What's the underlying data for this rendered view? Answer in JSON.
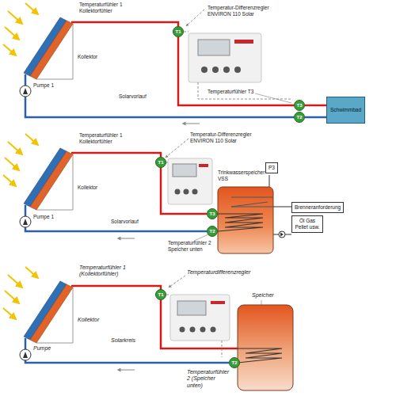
{
  "diagram": {
    "nodes": [
      {
        "text": [
          "T1"
        ]
      },
      {
        "text": [
          "T3"
        ]
      },
      {
        "text": [
          "Schwimmbad"
        ]
      },
      {
        "text": [
          "T2"
        ]
      },
      {
        "text": [
          "T1"
        ]
      },
      {
        "text": [
          "P3"
        ]
      },
      {
        "text": [
          "Brenneranforderung"
        ]
      },
      {
        "text": [
          "Öl Gas Pellet usw."
        ]
      },
      {
        "text": [
          "T3"
        ]
      },
      {
        "text": [
          "T2"
        ]
      },
      {
        "text": [
          "T1"
        ]
      },
      {
        "text": [
          "T2"
        ]
      }
    ],
    "edges": [
      {
        "from": 1,
        "to": 2,
        "arrow": "none"
      },
      {
        "from": 2,
        "to": 3,
        "arrow": "none"
      }
    ],
    "labels": [
      "Temperaturfühler 1 Kollektorfühler",
      "Temperatur-Differenzregler ENVIRON 110 Solar",
      "Kollektor",
      "Solarvorlauf",
      "Pumpe 1",
      "Temperaturfühler T3",
      "Temperaturfühler 1 Kollektorfühler",
      "Temperatur-Differenzregler ENVIRON 110 Solar",
      "Kollektor",
      "Solarvorlauf",
      "Pumpe 1",
      "Trinkwasserspeicher VSS",
      "Temperaturfühler 2 Speicher unten",
      "Temperaturfühler 1 (Kollektorfühler)",
      "Temperaturdifferenzregler",
      "Kollektor",
      "Solarkreis",
      "Pumpe",
      "Speicher",
      "Temperaturfühler 2 (Speicher unten)"
    ]
  }
}
